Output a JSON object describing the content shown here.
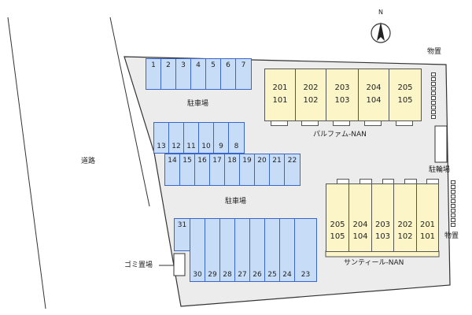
{
  "road": {
    "label": "道路"
  },
  "compass": {
    "label": "N"
  },
  "parking_label_top": "駐車場",
  "parking_label_mid": "駐車場",
  "bike_parking_label": "駐輪場",
  "storage_label_top": "物置",
  "storage_label_bottom": "物置",
  "garbage_label": "ゴミ置場",
  "building_a": {
    "name": "パルファム-NAN",
    "units": [
      {
        "upper": "201",
        "lower": "101"
      },
      {
        "upper": "202",
        "lower": "102"
      },
      {
        "upper": "203",
        "lower": "103"
      },
      {
        "upper": "204",
        "lower": "104"
      },
      {
        "upper": "205",
        "lower": "105"
      }
    ]
  },
  "building_b": {
    "name": "サンティール-NAN",
    "units": [
      {
        "upper": "205",
        "lower": "105"
      },
      {
        "upper": "204",
        "lower": "104"
      },
      {
        "upper": "203",
        "lower": "103"
      },
      {
        "upper": "202",
        "lower": "102"
      },
      {
        "upper": "201",
        "lower": "101"
      }
    ]
  },
  "parking_row1": [
    "1",
    "2",
    "3",
    "4",
    "5",
    "6",
    "7"
  ],
  "parking_row2": [
    "13",
    "12",
    "11",
    "10",
    "9",
    "8"
  ],
  "parking_row3": [
    "14",
    "15",
    "16",
    "17",
    "18",
    "19",
    "20",
    "21",
    "22"
  ],
  "parking_row4_single": "31",
  "parking_row4": [
    "30",
    "29",
    "28",
    "27",
    "26",
    "25",
    "24",
    "23"
  ],
  "colors": {
    "lot": "#ececec",
    "parking": "#c6dcf7",
    "building": "#fbf5c8"
  }
}
